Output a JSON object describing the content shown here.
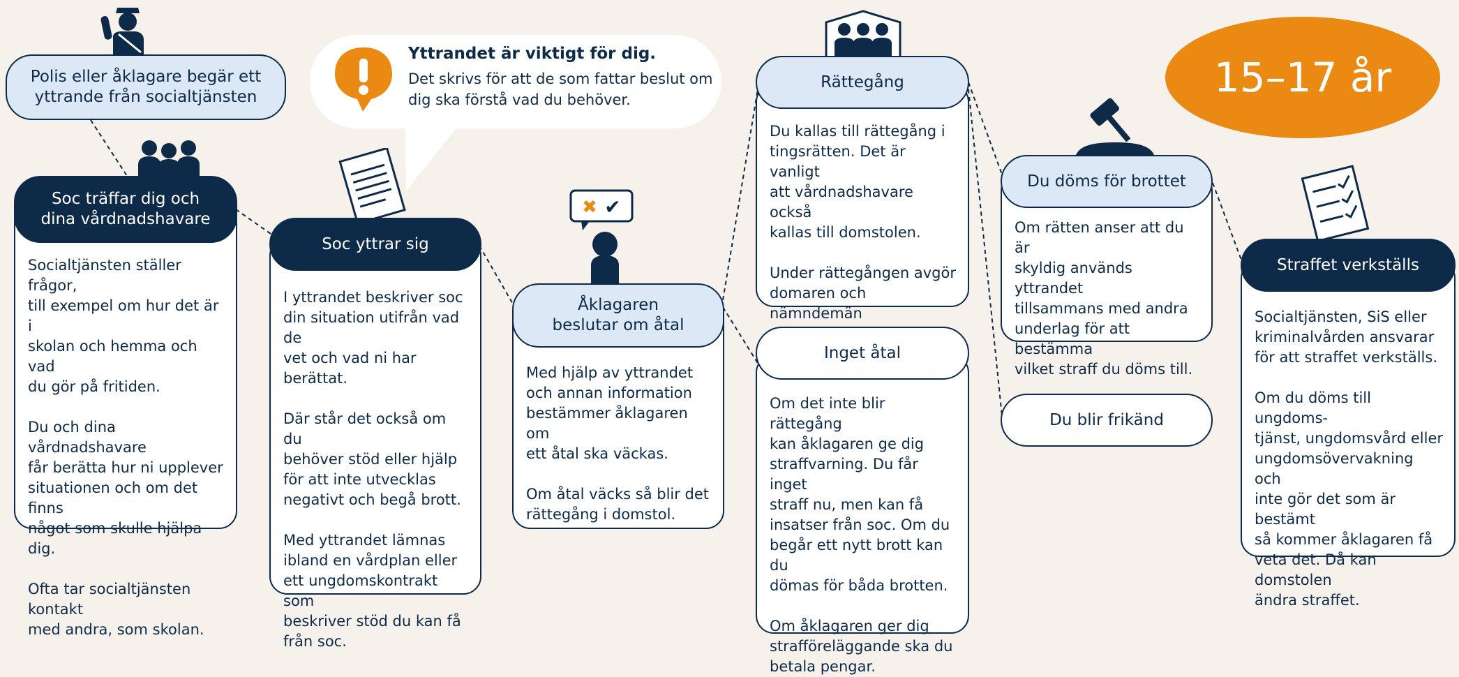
{
  "age_badge": {
    "label": "15–17 år"
  },
  "callout": {
    "title": "Yttrandet är viktigt för dig.",
    "text": "Det skrivs för att de som fattar beslut om\ndig ska förstå vad du behöver.",
    "icon": "exclamation-icon"
  },
  "steps": {
    "police": {
      "title": "Polis eller åklagare begär ett\nyttrande från socialtjänsten",
      "icon": "police-officer-icon"
    },
    "meeting": {
      "title": "Soc träffar dig och\ndina vårdnadshavare",
      "icon": "family-icon",
      "paragraphs": [
        "Socialtjänsten ställer frågor,\ntill exempel om hur det är i\nskolan och hemma och vad\ndu gör på fritiden.",
        "Du och dina vårdnadshavare\nfår berätta hur ni upplever\nsituationen och om det finns\nnågot som skulle hjälpa dig.",
        "Ofta tar socialtjänsten kontakt\nmed andra, som skolan."
      ]
    },
    "statement": {
      "title": "Soc yttrar sig",
      "icon": "document-icon",
      "paragraphs": [
        "I yttrandet beskriver soc\ndin situation utifrån vad de\nvet och vad ni har berättat.",
        "Där står det också om du\nbehöver stöd eller hjälp\nför  att inte utvecklas\nnegativt och begå brott.",
        "Med yttrandet lämnas\nibland en vårdplan eller\nett ungdomskontrakt som\nbeskriver stöd du kan få\nfrån soc."
      ]
    },
    "prosecutor": {
      "title": "Åklagaren\nbeslutar om åtal",
      "icon": "prosecutor-decision-icon",
      "paragraphs": [
        "Med hjälp av yttrandet\noch annan information\nbestämmer åklagaren om\nett åtal ska väckas.",
        "Om åtal väcks så blir det\nrättegång i domstol."
      ]
    },
    "trial": {
      "title": "Rättegång",
      "icon": "courtroom-icon",
      "paragraphs": [
        "Du kallas till rättegång i\ntingsrätten. Det är vanligt\natt vårdnadshavare också\nkallas till domstolen.",
        "Under rättegången avgör\ndomaren och nämndemän\nom du är skyldig eller inte."
      ]
    },
    "no_charge": {
      "title": "Inget åtal",
      "paragraphs": [
        "Om det inte blir rättegång\nkan åklagaren ge dig\nstraffvarning. Du får inget\nstraff nu, men kan få\ninsatser från soc. Om du\nbegår ett nytt brott kan du\ndömas för båda brotten.",
        "Om åklagaren ger dig\nstrafföreläggande ska du\nbetala pengar."
      ]
    },
    "convicted": {
      "title": "Du döms för brottet",
      "icon": "gavel-icon",
      "paragraphs": [
        "Om rätten anser att du är\nskyldig används yttrandet\ntillsammans med andra\nunderlag för att bestämma\nvilket straff du döms till."
      ]
    },
    "acquitted": {
      "title": "Du blir frikänd"
    },
    "enforced": {
      "title": "Straffet verkställs",
      "icon": "checklist-icon",
      "paragraphs": [
        "Socialtjänsten, SiS eller\nkriminalvården ansvarar\nför att straffet verkställs.",
        "Om du döms till ungdoms-\ntjänst, ungdomsvård eller\nungdomsövervakning och\ninte gör det som är bestämt\nså kommer åklagaren få\nveta det. Då kan domstolen\nändra straffet."
      ]
    }
  },
  "colors": {
    "navy": "#0d2a48",
    "light_blue": "#dce8f5",
    "orange": "#ea8a13",
    "background": "#f6f1ea"
  }
}
